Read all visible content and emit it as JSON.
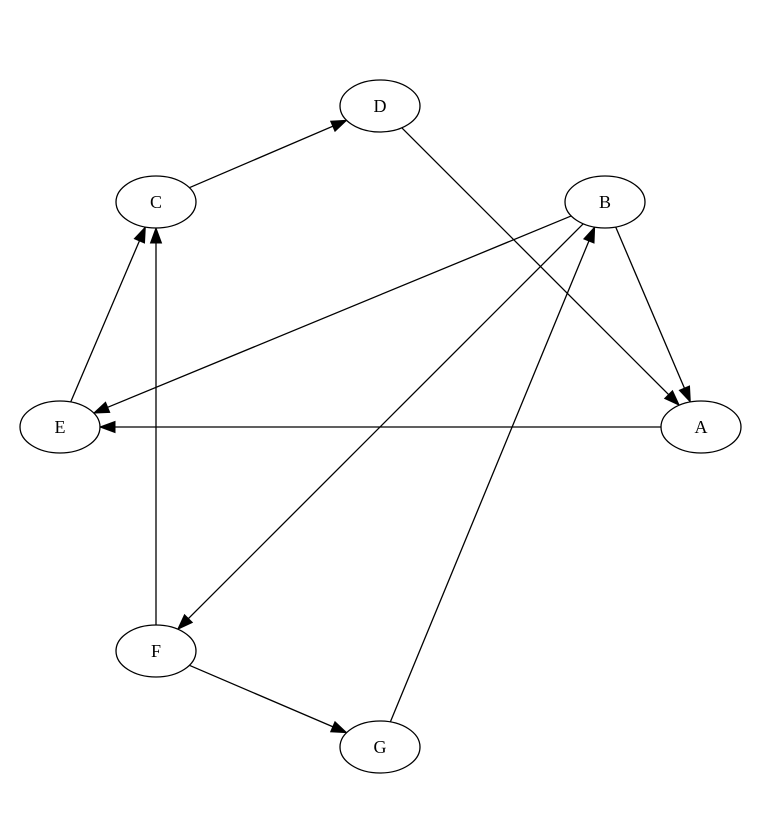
{
  "diagram": {
    "type": "directed-graph",
    "nodes": [
      {
        "id": "A",
        "label": "A"
      },
      {
        "id": "B",
        "label": "B"
      },
      {
        "id": "C",
        "label": "C"
      },
      {
        "id": "D",
        "label": "D"
      },
      {
        "id": "E",
        "label": "E"
      },
      {
        "id": "F",
        "label": "F"
      },
      {
        "id": "G",
        "label": "G"
      }
    ],
    "edges": [
      {
        "from": "C",
        "to": "D"
      },
      {
        "from": "D",
        "to": "A"
      },
      {
        "from": "B",
        "to": "A"
      },
      {
        "from": "B",
        "to": "E"
      },
      {
        "from": "B",
        "to": "F"
      },
      {
        "from": "A",
        "to": "E"
      },
      {
        "from": "E",
        "to": "C"
      },
      {
        "from": "F",
        "to": "C"
      },
      {
        "from": "F",
        "to": "G"
      },
      {
        "from": "G",
        "to": "B"
      }
    ],
    "colors": {
      "stroke": "#000000",
      "fill": "#ffffff",
      "text": "#000000"
    }
  }
}
